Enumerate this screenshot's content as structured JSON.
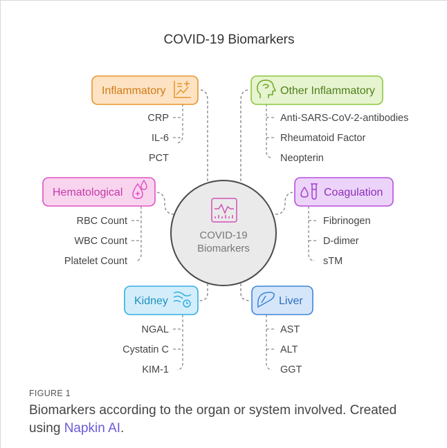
{
  "title": "COVID-19 Biomarkers",
  "center": {
    "line1": "COVID-19",
    "line2": "Biomarkers",
    "icon": "chart-monitor-icon"
  },
  "colors": {
    "inflammatory": "#e8952b",
    "other": "#8cc63f",
    "hematological": "#e052c4",
    "coagulation": "#b64fe0",
    "kidney": "#32aee0",
    "liver": "#3a86d8"
  },
  "groups": {
    "inflammatory": {
      "label": "Inflammatory",
      "icon": "chart-plus-icon",
      "items": [
        "CRP",
        "IL-6",
        "PCT"
      ]
    },
    "other": {
      "label": "Other Inflammatory",
      "icon": "head-brain-icon",
      "items": [
        "Anti-SARS-CoV-2-antibodies",
        "Rheumatoid Factor",
        "Neopterin"
      ]
    },
    "hematological": {
      "label": "Hematological",
      "icon": "blood-drops-icon",
      "items": [
        "RBC Count",
        "WBC Count",
        "Platelet Count"
      ]
    },
    "coagulation": {
      "label": "Coagulation",
      "icon": "test-tube-icon",
      "items": [
        "Fibrinogen",
        "D-dimer",
        "sTM"
      ]
    },
    "kidney": {
      "label": "Kidney",
      "icon": "kidney-flow-icon",
      "items": [
        "NGAL",
        "Cystatin C",
        "KIM-1"
      ]
    },
    "liver": {
      "label": "Liver",
      "icon": "liver-icon",
      "items": [
        "AST",
        "ALT",
        "GGT"
      ]
    }
  },
  "caption": {
    "label": "FIGURE 1",
    "text": "Biomarkers according to the organ or system involved. Created using ",
    "link": "Napkin AI",
    "end": "."
  }
}
